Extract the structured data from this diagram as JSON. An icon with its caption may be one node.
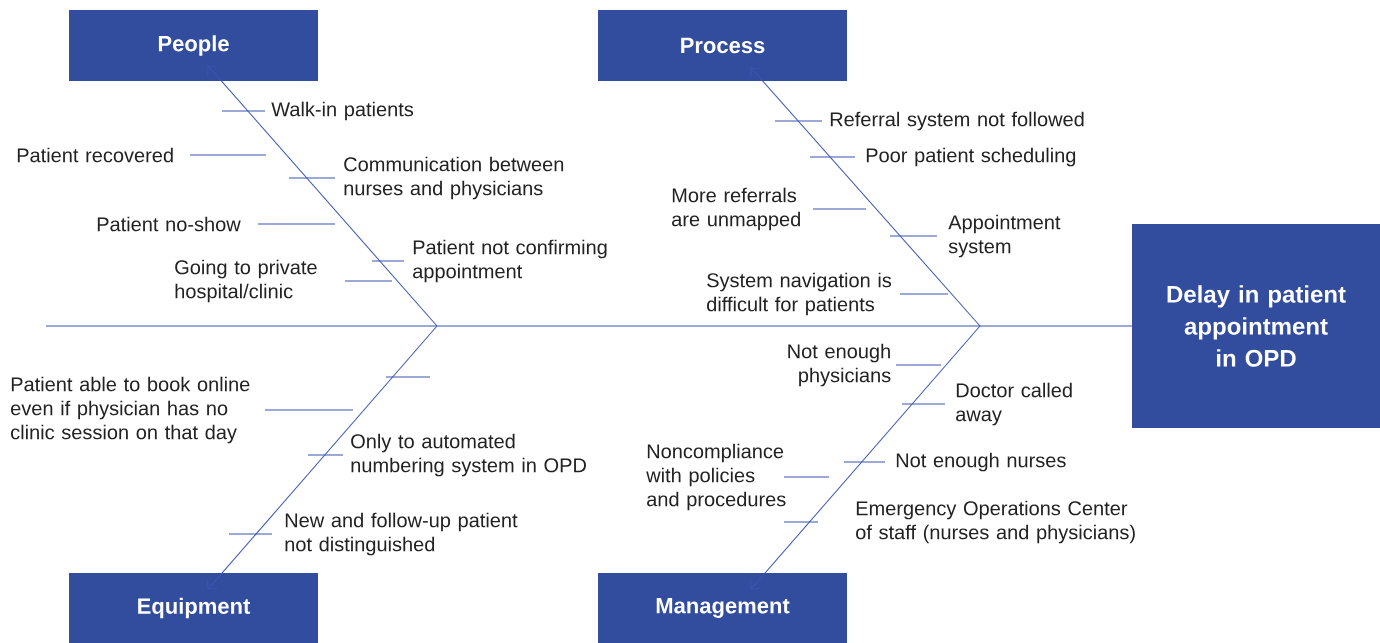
{
  "diagram": {
    "nodes": [
      {
        "text": [
          "People"
        ]
      },
      {
        "text": [
          "Process"
        ]
      },
      {
        "text": [
          "Delay in patient appointment in OPD"
        ]
      },
      {
        "text": [
          "Equipment"
        ]
      },
      {
        "text": [
          "Management"
        ]
      }
    ],
    "edges": [
      {
        "from": null,
        "to": 2,
        "arrow": "none"
      },
      {
        "from": null,
        "to": 0,
        "arrow": "to"
      },
      {
        "from": null,
        "to": 1,
        "arrow": "to"
      },
      {
        "from": null,
        "to": 3,
        "arrow": "to"
      },
      {
        "from": null,
        "to": 4,
        "arrow": "to"
      }
    ],
    "labels": [
      "Walk-in patients",
      "Referral system not followed",
      "Patient recovered",
      "Poor patient scheduling",
      "Communication between nurses and physicians",
      "Patient no-show",
      "More referrals are unmapped",
      "Appointment system",
      "Patient not confirming appointment",
      "Going to private hospital/clinic",
      "System navigation is difficult for patients",
      "Not enough physicians",
      "Patient able to book online even if physician has no clinic session on that day",
      "Doctor called away",
      "Only to automated numbering system in OPD",
      "Not enough nurses",
      "Noncompliance with policies and procedures",
      "New and follow-up patient not distinguished",
      "Emergency Operations Center of staff  (nurses and physicians)"
    ]
  }
}
